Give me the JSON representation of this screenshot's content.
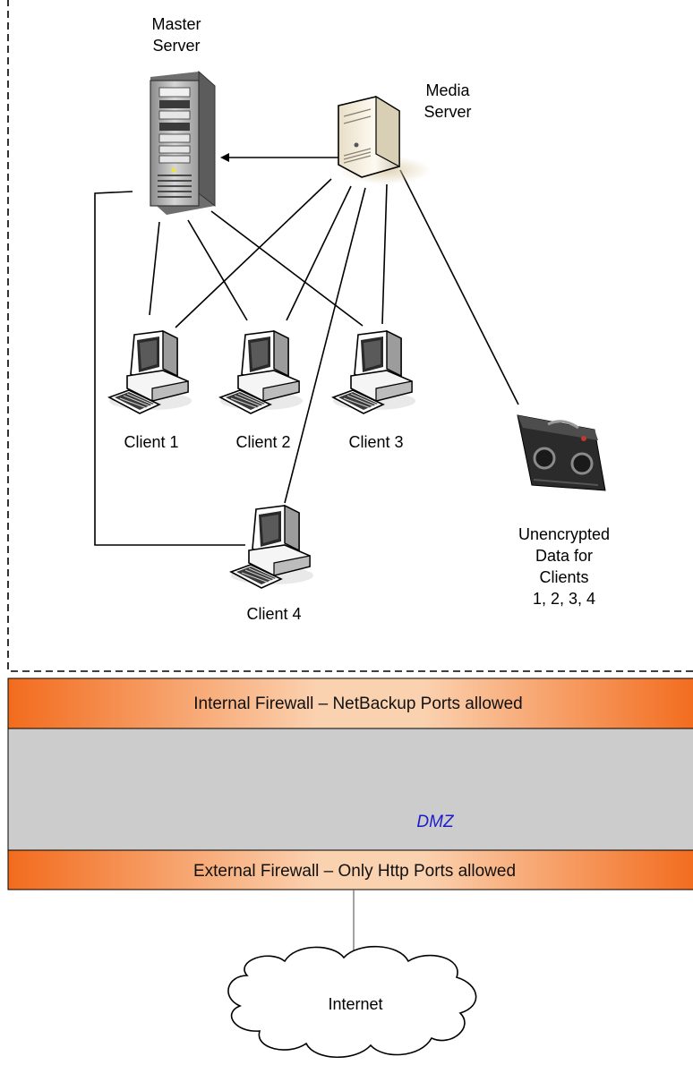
{
  "nodes": {
    "master_server": {
      "line1": "Master",
      "line2": "Server"
    },
    "media_server": {
      "line1": "Media",
      "line2": "Server"
    },
    "client1": {
      "label": "Client 1"
    },
    "client2": {
      "label": "Client 2"
    },
    "client3": {
      "label": "Client 3"
    },
    "client4": {
      "label": "Client 4"
    },
    "tape": {
      "line1": "Unencrypted",
      "line2": "Data for",
      "line3": "Clients",
      "line4": "1, 2, 3, 4"
    },
    "internet": {
      "label": "Internet"
    }
  },
  "zones": {
    "internal_firewall": {
      "label": "Internal Firewall – NetBackup Ports allowed"
    },
    "dmz": {
      "label": "DMZ"
    },
    "external_firewall": {
      "label": "External Firewall – Only Http Ports allowed"
    }
  },
  "colors": {
    "firewall_orange": "#f26b1d",
    "firewall_light": "#fbd2b0",
    "dmz_gray": "#cccccc",
    "dmz_text": "#1c1ccd"
  }
}
